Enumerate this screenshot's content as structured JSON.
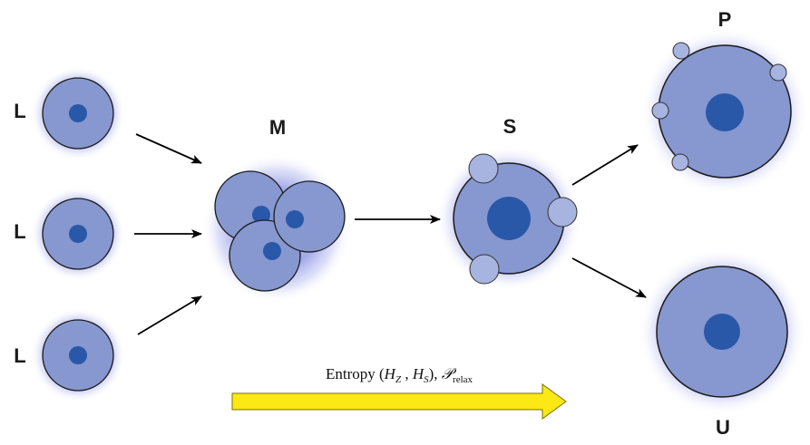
{
  "nodes": {
    "left_top_label": "L",
    "left_mid_label": "L",
    "left_bottom_label": "L",
    "middle_label": "M",
    "stage_label": "S",
    "upper_right_label": "P",
    "lower_right_label": "U"
  },
  "entropy": {
    "prefix": "Entropy (",
    "h_z": "H",
    "h_z_sub": "Z",
    "separator": " , ",
    "h_s": "H",
    "h_s_sub": "S",
    "close": "), ",
    "p_relax": "𝒫",
    "p_relax_sub": "relax"
  },
  "colors": {
    "particle_fill": "#8797cf",
    "core_fill": "#2a58a8",
    "satellite_fill": "#a7b4e0",
    "outline": "#1a1a1a",
    "arrow": "#000000",
    "entropy_arrow_fill": "#fbe814",
    "entropy_arrow_stroke": "#7a7000"
  }
}
